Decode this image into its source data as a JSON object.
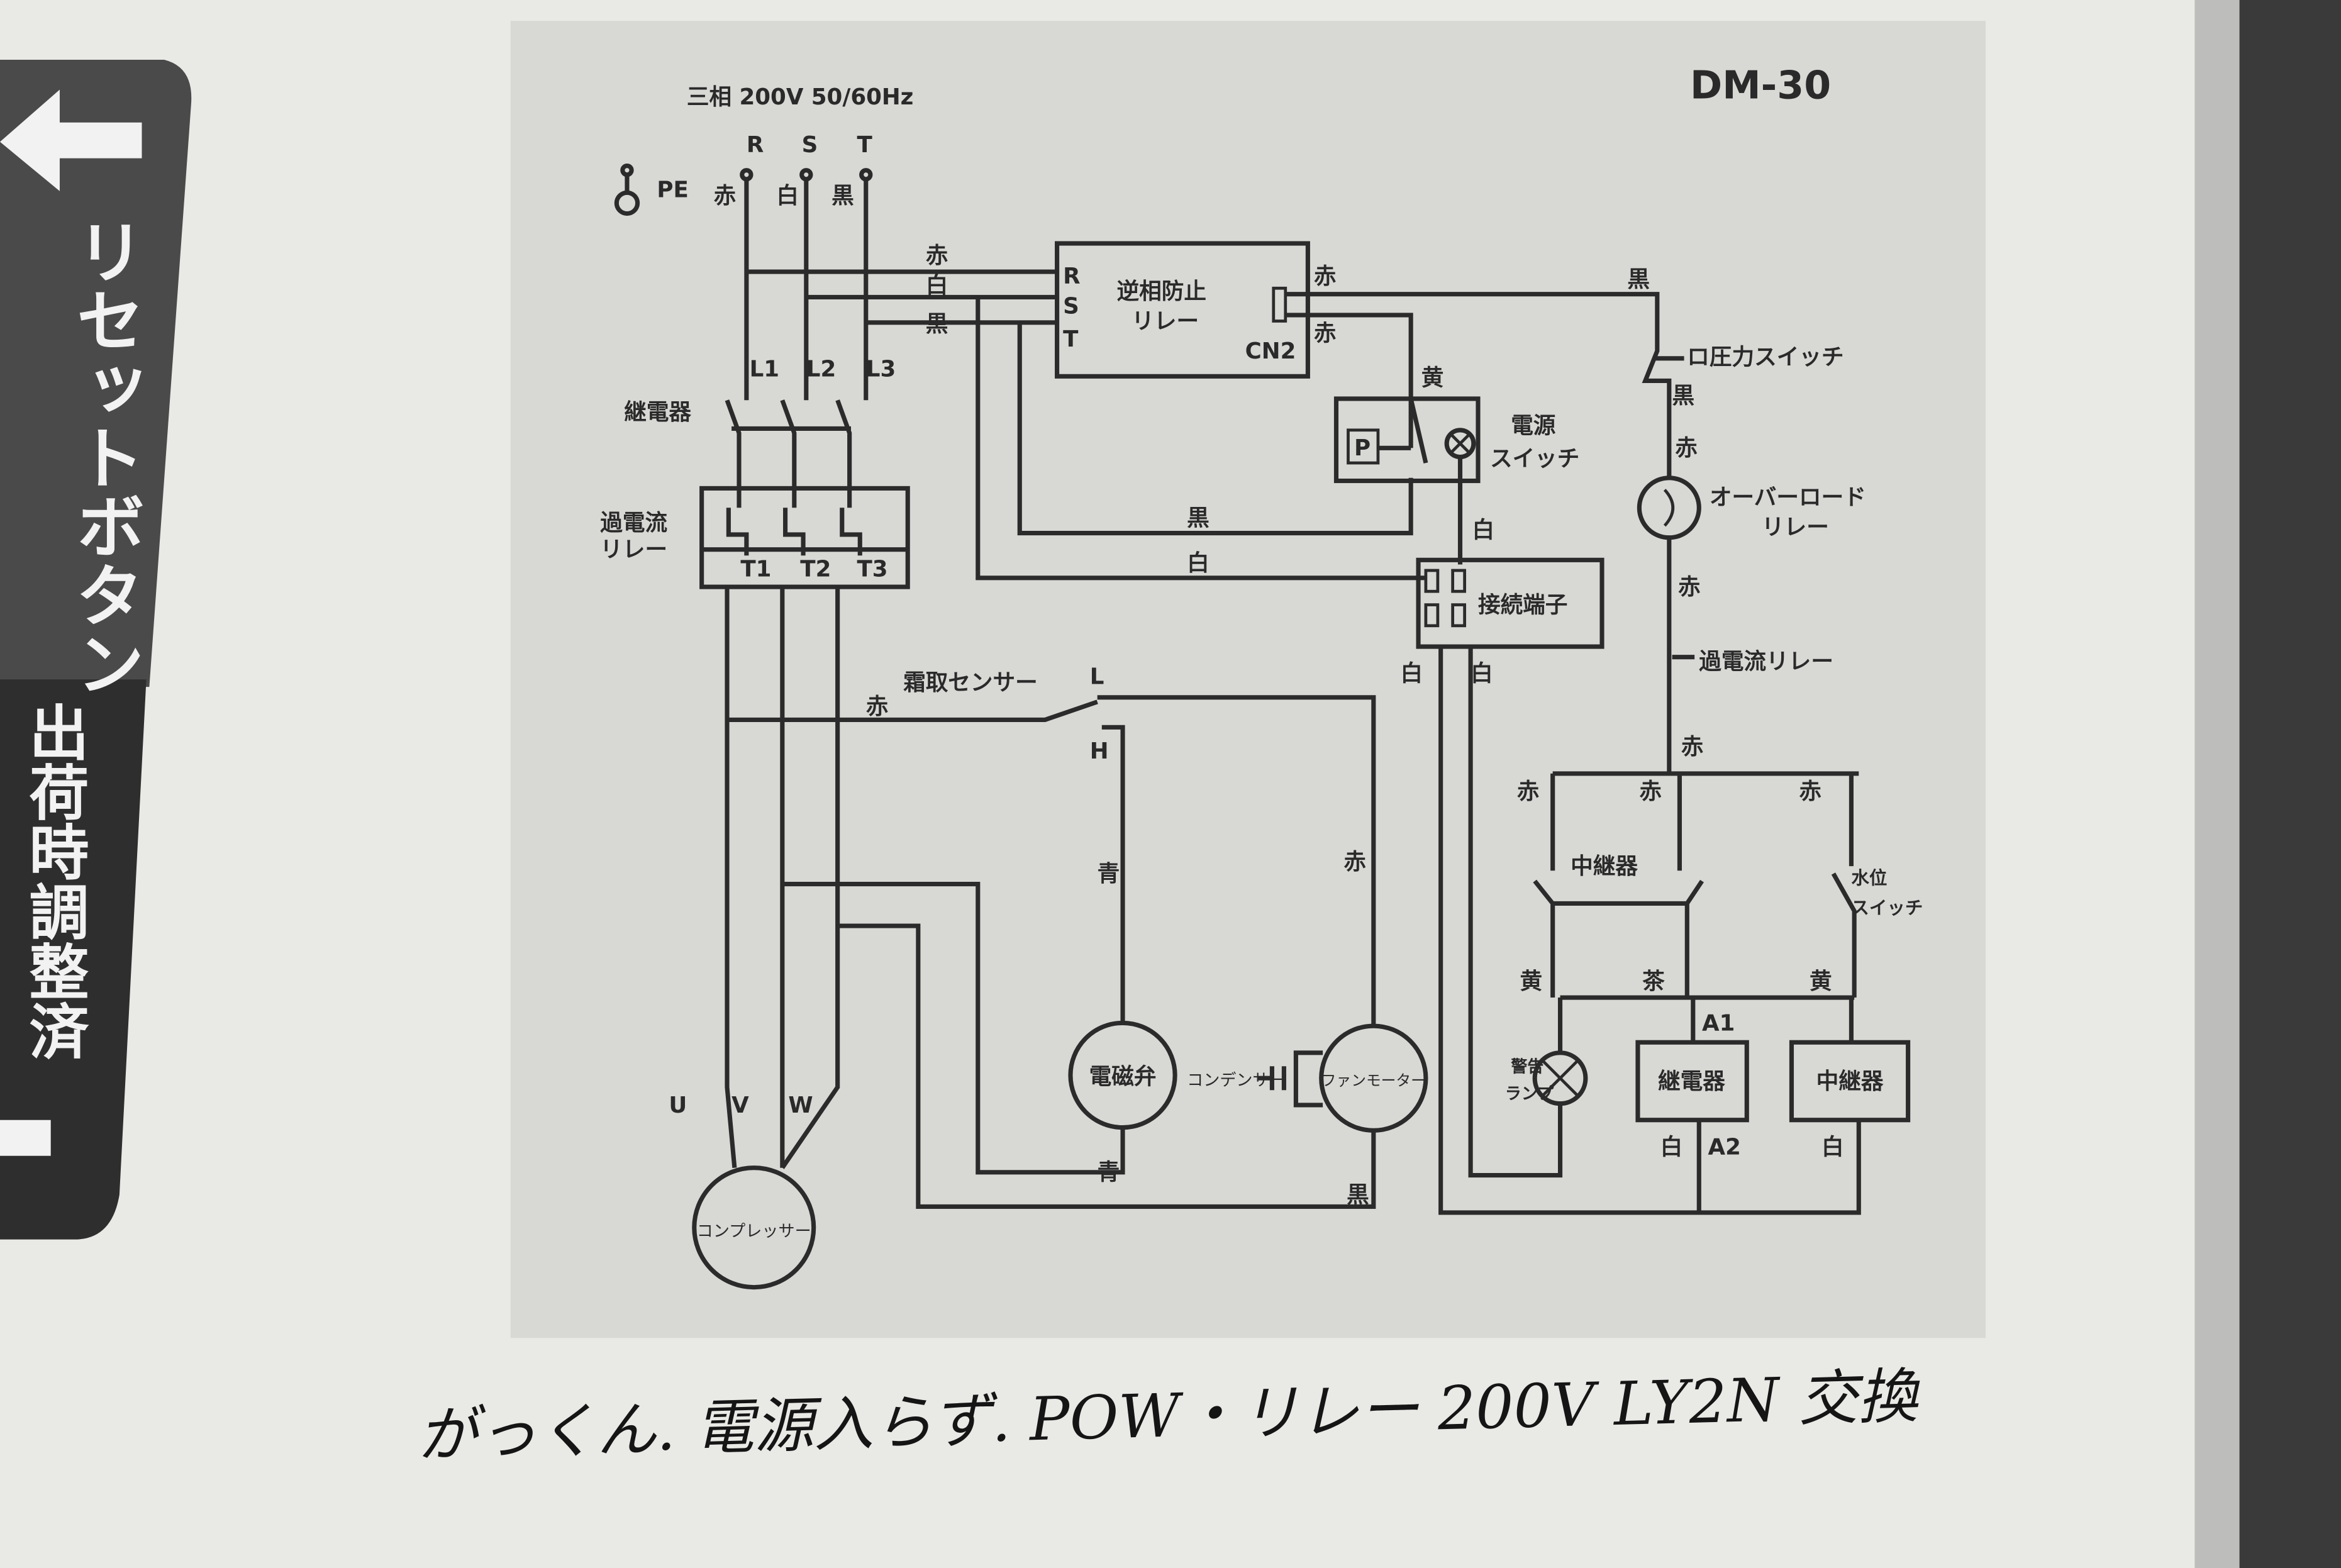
{
  "sticker": {
    "reset_label": "リセットボタン",
    "shipping_label": "出荷時調整済"
  },
  "header": {
    "power_spec": "三相 200V 50/60Hz",
    "model": "DM-30"
  },
  "supply": {
    "phases": [
      "R",
      "S",
      "T"
    ],
    "ground": "PE",
    "colors": [
      "赤",
      "白",
      "黒"
    ]
  },
  "bus_colors": [
    "赤",
    "白",
    "黒"
  ],
  "reverse_phase_relay": {
    "title1": "逆相防止",
    "title2": "リレー",
    "terminals": [
      "R",
      "S",
      "T"
    ],
    "connector": "CN2",
    "out_colors": [
      "赤",
      "赤"
    ]
  },
  "contactor": {
    "label": "継電器",
    "terminals": [
      "L1",
      "L2",
      "L3"
    ]
  },
  "overcurrent": {
    "label1": "過電流",
    "label2": "リレー",
    "terminals": [
      "T1",
      "T2",
      "T3"
    ]
  },
  "motor_leads": [
    "U",
    "V",
    "W"
  ],
  "compressor": {
    "label": "コンプレッサー"
  },
  "power_switch": {
    "label1": "電源",
    "label2": "スイッチ",
    "p": "P",
    "wire_in": "黄",
    "wire_out": "白"
  },
  "wires": {
    "black_h": "黒",
    "white_h": "白"
  },
  "terminal_block": {
    "label": "接続端子",
    "out_left": "白",
    "out_right": "白"
  },
  "pressure_switch": {
    "label": "ロ圧力スイッチ",
    "wire_top": "黒",
    "wire_bottom": "黒"
  },
  "overload_relay": {
    "label1": "オーバーロード",
    "label2": "リレー",
    "wire_in": "赤",
    "wire_out": "赤"
  },
  "overcurrent_relay_right": {
    "label": "過電流リレー",
    "wire": "赤"
  },
  "defrost_sensor": {
    "label": "霜取センサー",
    "L": "L",
    "H": "H",
    "wire": "赤"
  },
  "solenoid_valve": {
    "label": "電磁弁",
    "wire_top": "青",
    "wire_bottom": "青"
  },
  "fan_motor": {
    "label": "ファンモーター",
    "capacitor": "コンデンサー",
    "wire_top": "赤",
    "wire_bottom": "黒"
  },
  "control": {
    "top_colors": [
      "赤",
      "赤",
      "赤"
    ],
    "relay_contact": "中継器",
    "float_switch1": "水位",
    "float_switch2": "スイッチ",
    "mid_colors": [
      "黄",
      "茶",
      "黄"
    ],
    "a1": "A1",
    "a2": "A2",
    "warning_lamp1": "警告",
    "warning_lamp2": "ランプ",
    "relay_coil": "継電器",
    "relay_coil2": "中継器",
    "bottom_colors": [
      "白",
      "白"
    ]
  },
  "handwritten_note": "がっくん. 電源入らず. POW・リレー 200V LY2N 交換"
}
